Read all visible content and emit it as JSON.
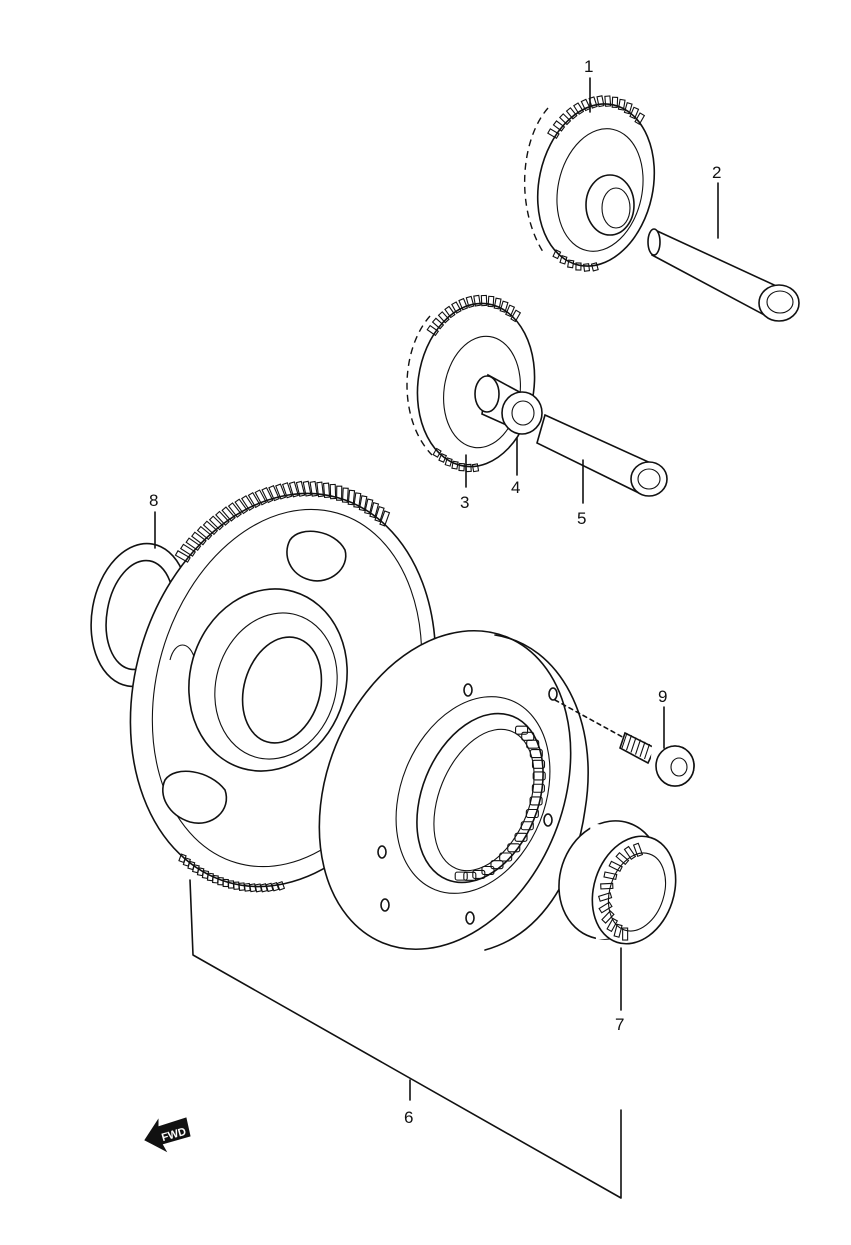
{
  "parts": [
    {
      "id": "part-1",
      "label": "1"
    },
    {
      "id": "part-2",
      "label": "2"
    },
    {
      "id": "part-3",
      "label": "3"
    },
    {
      "id": "part-4",
      "label": "4"
    },
    {
      "id": "part-5",
      "label": "5"
    },
    {
      "id": "part-6",
      "label": "6"
    },
    {
      "id": "part-7",
      "label": "7"
    },
    {
      "id": "part-8",
      "label": "8"
    },
    {
      "id": "part-9",
      "label": "9"
    }
  ],
  "direction_marker": {
    "text": "FWD",
    "icon": "fwd-arrow-icon"
  }
}
